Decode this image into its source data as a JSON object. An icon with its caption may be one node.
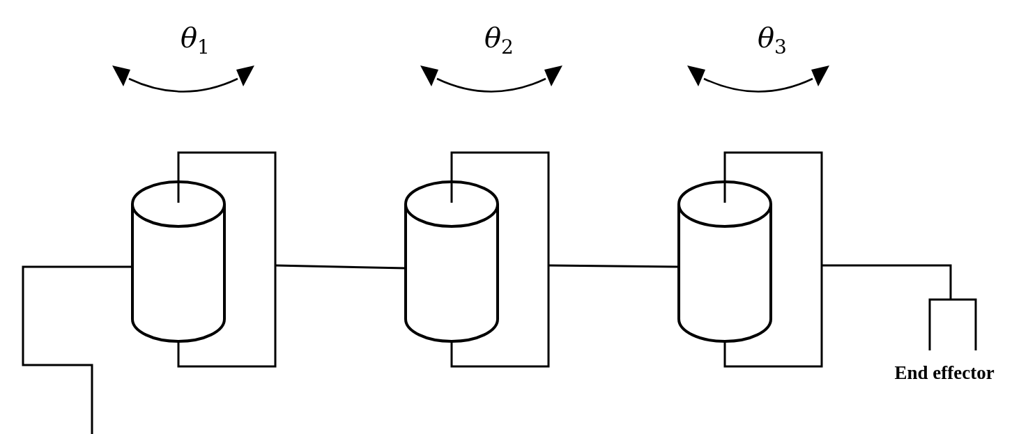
{
  "diagram": {
    "labels": [
      "θ$_{1}$",
      "θ$_{2}$",
      "θ$_{3}$",
      "End effector"
    ]
  }
}
